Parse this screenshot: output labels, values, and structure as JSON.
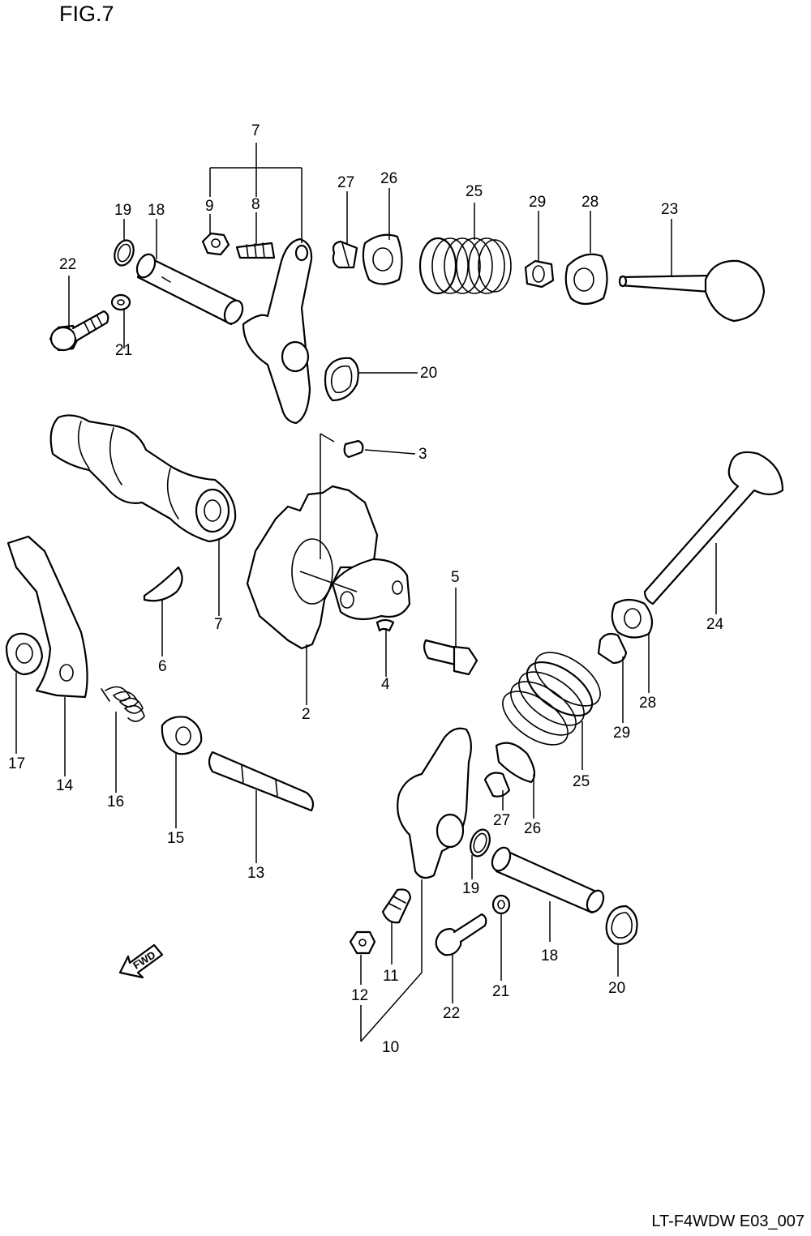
{
  "figure": {
    "title": "FIG.7",
    "code": "LT-F4WDW E03_007"
  },
  "fwd_arrow": {
    "label": "FWD",
    "icon": "fwd-arrow-icon"
  },
  "callouts": {
    "c2": "2",
    "c3": "3",
    "c4": "4",
    "c5": "5",
    "c6": "6",
    "c7_top": "7",
    "c7_cam": "7",
    "c8": "8",
    "c9": "9",
    "c10": "10",
    "c11": "11",
    "c12": "12",
    "c13": "13",
    "c14": "14",
    "c15": "15",
    "c16": "16",
    "c17": "17",
    "c18_top": "18",
    "c18_bottom": "18",
    "c19_top": "19",
    "c19_bottom": "19",
    "c20_top": "20",
    "c20_bottom": "20",
    "c21_top": "21",
    "c21_bottom": "21",
    "c22_top": "22",
    "c22_bottom": "22",
    "c23": "23",
    "c24": "24",
    "c25_top": "25",
    "c25_bottom": "25",
    "c26_top": "26",
    "c26_bottom": "26",
    "c27_top": "27",
    "c27_bottom": "27",
    "c28_top": "28",
    "c28_bottom": "28",
    "c29_top": "29",
    "c29_bottom": "29"
  }
}
